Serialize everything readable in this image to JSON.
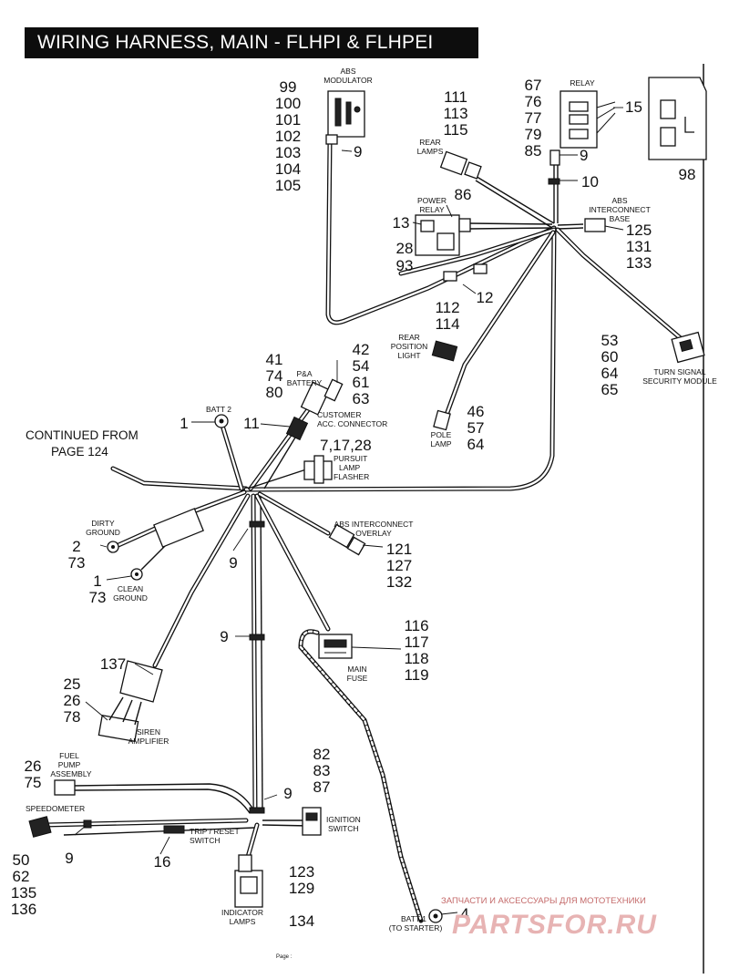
{
  "title": "WIRING HARNESS, MAIN - FLHPI & FLHPEI",
  "continued": {
    "line1": "CONTINUED FROM",
    "line2": "PAGE  124"
  },
  "footer": {
    "page_label": "Page :"
  },
  "watermark": {
    "tagline": "ЗАПЧАСТИ И АКСЕССУАРЫ ДЛЯ МОТОТЕХНИКИ",
    "brand": "PARTSFOR.RU"
  },
  "labels": {
    "abs_modulator": [
      "ABS",
      "MODULATOR"
    ],
    "relay": [
      "RELAY"
    ],
    "rear_lamps": [
      "REAR",
      "LAMPS"
    ],
    "power_relay": [
      "POWER",
      "RELAY"
    ],
    "abs_interconnect_base": [
      "ABS",
      "INTERCONNECT",
      "BASE"
    ],
    "rear_position_light": [
      "REAR",
      "POSITION",
      "LIGHT"
    ],
    "turn_signal_module": [
      "TURN  SIGNAL",
      "SECURITY MODULE"
    ],
    "pa_battery": [
      "P&A",
      "BATTERY"
    ],
    "customer_acc": [
      "CUSTOMER",
      "ACC. CONNECTOR"
    ],
    "batt2": [
      "BATT 2"
    ],
    "pole_lamp": [
      "POLE",
      "LAMP"
    ],
    "pursuit_lamp": [
      "PURSUIT",
      "LAMP",
      "FLASHER"
    ],
    "dirty_ground": [
      "DIRTY",
      "GROUND"
    ],
    "clean_ground": [
      "CLEAN",
      "GROUND"
    ],
    "abs_overlay": [
      "ABS INTERCONNECT",
      "OVERLAY"
    ],
    "main_fuse": [
      "MAIN",
      "FUSE"
    ],
    "siren_amplifier": [
      "SIREN",
      "AMPLIFIER"
    ],
    "fuel_pump": [
      "FUEL",
      "PUMP",
      "ASSEMBLY"
    ],
    "speedometer": [
      "SPEEDOMETER"
    ],
    "trip_reset": [
      "TRIP / RESET",
      "SWITCH"
    ],
    "ignition": [
      "IGNITION",
      "SWITCH"
    ],
    "indicator": [
      "INDICATOR",
      "LAMPS"
    ],
    "batt1": [
      "BATT 1",
      "(TO STARTER)"
    ]
  },
  "callouts": {
    "abs_mod_nums": [
      "99",
      "100",
      "101",
      "102",
      "103",
      "104",
      "105"
    ],
    "abs_mod_clip": "9",
    "rear_lamp_nums": [
      "111",
      "113",
      "115"
    ],
    "relay_nums": [
      "67",
      "76",
      "77",
      "79",
      "85"
    ],
    "relay_15": "15",
    "relay_clip": "9",
    "n10": "10",
    "n98": "98",
    "power_relay_86": "86",
    "power_relay_13": "13",
    "power_relay_bottom": [
      "28",
      "93"
    ],
    "abs_base_nums": [
      "125",
      "131",
      "133"
    ],
    "n12": "12",
    "rear_pos_nums": [
      "112",
      "114"
    ],
    "turn_nums": [
      "53",
      "60",
      "64",
      "65"
    ],
    "pa_nums": [
      "41",
      "74",
      "80"
    ],
    "cust_nums": [
      "42",
      "54",
      "61",
      "63"
    ],
    "n11": "11",
    "batt2_num": "1",
    "pole_nums": [
      "46",
      "57",
      "64"
    ],
    "pursuit_nums": "7,17,28",
    "dirty_nums": [
      "2",
      "73"
    ],
    "clean_nums": [
      "1",
      "73"
    ],
    "clip_9a": "9",
    "clip_9b": "9",
    "overlay_nums": [
      "121",
      "127",
      "132"
    ],
    "fuse_nums": [
      "116",
      "117",
      "118",
      "119"
    ],
    "n137": "137",
    "siren_nums": [
      "25",
      "26",
      "78"
    ],
    "fuel_nums": [
      "26",
      "75"
    ],
    "ign_nums": [
      "82",
      "83",
      "87"
    ],
    "clip_9c": "9",
    "speedo_nums": [
      "50",
      "62",
      "135",
      "136"
    ],
    "clip_9d": "9",
    "n16": "16",
    "indicator_nums": [
      "123",
      "129"
    ],
    "n134": "134",
    "batt1_num": "4"
  }
}
